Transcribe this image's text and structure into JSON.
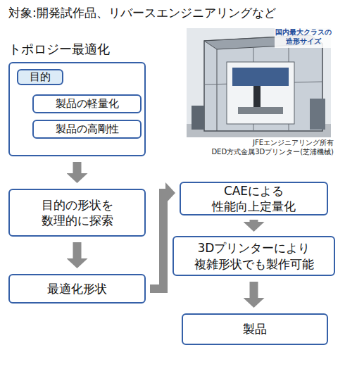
{
  "diagram": {
    "title": "対象:開発試作品、リバースエンジニアリングなど",
    "nodes": [
      {
        "text": [
          "トポロジー最適化"
        ]
      },
      {
        "text": [
          "目的"
        ],
        "in": 0
      },
      {
        "text": [
          "製品の軽量化"
        ],
        "in": 0
      },
      {
        "text": [
          "製品の高剛性"
        ],
        "in": 0
      },
      {
        "text": [
          "目的の形状を 数理的に探索"
        ]
      },
      {
        "text": [
          "最適化形状"
        ]
      },
      {
        "text": [
          "CAEによる 性能向上定量化"
        ]
      },
      {
        "text": [
          "3Dプリンターにより 複雑形状でも製作可能"
        ]
      },
      {
        "text": [
          "製品"
        ]
      }
    ],
    "edges": [
      {
        "from": 1,
        "to": 2,
        "arrow": "none"
      },
      {
        "from": 1,
        "to": 3,
        "arrow": "none"
      },
      {
        "from": 0,
        "to": 4,
        "arrow": "to"
      },
      {
        "from": 4,
        "to": 5,
        "arrow": "to"
      },
      {
        "from": 5,
        "to": 6,
        "arrow": "to"
      },
      {
        "from": 6,
        "to": 7,
        "arrow": "to"
      },
      {
        "from": 7,
        "to": 8,
        "arrow": "to"
      }
    ],
    "labels": [
      "国内最大クラスの 造形サイズ",
      "JFEエンジニアリング所有 DED方式金属3Dプリンター(芝浦機械)"
    ]
  }
}
